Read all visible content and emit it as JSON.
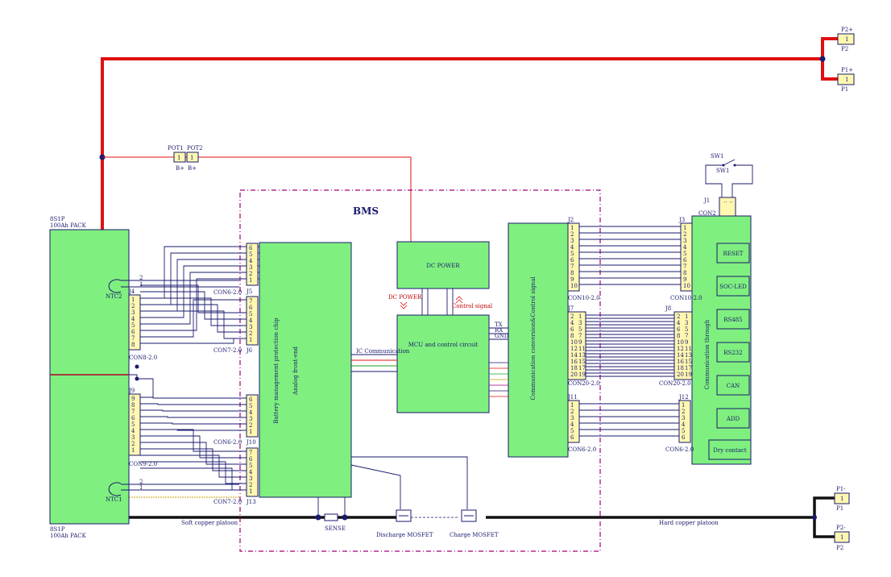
{
  "title": "BMS",
  "packs": {
    "upper": {
      "line1": "8S1P",
      "line2": "100Ah PACK"
    },
    "lower": {
      "line1": "8S1P",
      "line2": "100Ah PACK"
    }
  },
  "ntc": {
    "ntc2": "NTC2",
    "ntc1": "NTC1",
    "pin2": "2",
    "pin1": "1"
  },
  "pot": {
    "pot1": "POT1",
    "pot2": "POT2",
    "pot1_net": "B+",
    "pot2_net": "B+",
    "pin": "1"
  },
  "terminals": {
    "p2plus": {
      "net": "P2+",
      "ref": "P2",
      "pin": "1"
    },
    "p1plus": {
      "net": "P1+",
      "ref": "P1",
      "pin": "1"
    },
    "p1minus": {
      "net": "P1-",
      "ref": "P1",
      "pin": "1"
    },
    "p2minus": {
      "net": "P2-",
      "ref": "P2",
      "pin": "1"
    }
  },
  "switch": {
    "ref1": "SW1",
    "ref2": "SW1"
  },
  "j1": {
    "ref": "J1",
    "net": "CON2"
  },
  "connectors": {
    "j4": {
      "ref": "J4",
      "type": "CON8-2.0",
      "pins": [
        "1",
        "2",
        "3",
        "4",
        "5",
        "6",
        "7",
        "8"
      ]
    },
    "j9": {
      "ref": "J9",
      "type": "CON9-2.0",
      "pins": [
        "9",
        "8",
        "7",
        "6",
        "5",
        "4",
        "3",
        "2",
        "1"
      ]
    },
    "j5": {
      "ref": "J5",
      "type": "CON6-2.0",
      "pins": [
        "6",
        "5",
        "4",
        "3",
        "2",
        "1"
      ]
    },
    "j6": {
      "ref": "J6",
      "type": "CON7-2.0",
      "pins": [
        "7",
        "6",
        "5",
        "4",
        "3",
        "2",
        "1"
      ]
    },
    "j10": {
      "ref": "J10",
      "type": "CON6-2.0",
      "pins": [
        "6",
        "5",
        "4",
        "3",
        "2",
        "1"
      ]
    },
    "j13": {
      "ref": "J13",
      "type": "CON7-2.0",
      "pins": [
        "7",
        "6",
        "5",
        "4",
        "3",
        "2",
        "1"
      ]
    },
    "j2": {
      "ref": "J2",
      "type": "CON10-2.0",
      "pins": [
        "1",
        "2",
        "3",
        "4",
        "5",
        "6",
        "7",
        "8",
        "9",
        "10"
      ]
    },
    "j3": {
      "ref": "J3",
      "type": "CON10-2.0",
      "pins": [
        "1",
        "2",
        "3",
        "4",
        "5",
        "6",
        "7",
        "8",
        "9",
        "10"
      ]
    },
    "j7": {
      "ref": "J7",
      "type": "CON20-2.0",
      "pins": [
        "2",
        "4",
        "6",
        "8",
        "10",
        "12",
        "14",
        "16",
        "18",
        "20"
      ],
      "pins_b": [
        "1",
        "3",
        "5",
        "7",
        "9",
        "11",
        "13",
        "15",
        "17",
        "19"
      ]
    },
    "j8": {
      "ref": "J8",
      "type": "CON20-2.0",
      "pins": [
        "2",
        "4",
        "6",
        "8",
        "10",
        "12",
        "14",
        "16",
        "18",
        "20"
      ],
      "pins_b": [
        "1",
        "3",
        "5",
        "7",
        "9",
        "11",
        "13",
        "15",
        "17",
        "19"
      ]
    },
    "j11": {
      "ref": "J11",
      "type": "CON6-2.0",
      "pins": [
        "1",
        "2",
        "3",
        "4",
        "5",
        "6"
      ]
    },
    "j12": {
      "ref": "J12",
      "type": "CON6-2.0",
      "pins": [
        "1",
        "2",
        "3",
        "4",
        "5",
        "6"
      ]
    }
  },
  "blocks": {
    "afe_line1": "Battery management protection chip",
    "afe_line2": "Analog front-end",
    "dc_power": "DC POWER",
    "mcu": "MCU and control circuit",
    "comm_conv": "Communication conversion&Control signal",
    "comm_through": "Communication through"
  },
  "signals": {
    "dc_power": "DC POWER",
    "control_signal": "Control signal",
    "ic_comm": "IC Communication",
    "tx": "TX",
    "rx": "RX",
    "gnd": "GND"
  },
  "buttons": [
    "RESET",
    "SOC-LED",
    "RS485",
    "RS232",
    "CAN",
    "ADD",
    "Dry contact"
  ],
  "power_path": {
    "sense": "SENSE",
    "discharge": "Discharge MOSFET",
    "charge": "Charge MOSFET",
    "soft": "Soft copper platoon",
    "hard": "Hard copper platoon"
  },
  "colors": {
    "block_fill": "#7ff07f",
    "connector_fill": "#fff8b0",
    "wire": "#1a1a6e",
    "power_red": "#e01010",
    "frame": "#a0007a"
  }
}
